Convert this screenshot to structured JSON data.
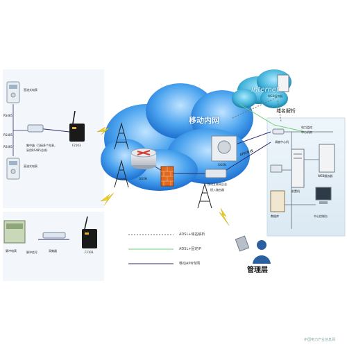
{
  "cloud_label": "移动内网",
  "internet_label": "Internet",
  "internet_sub": "WEB服务器",
  "domain_parse": "域名解析",
  "vpn_label": "APN专线",
  "mobile_access": [
    "移动互联网企业",
    "接入路由器"
  ],
  "ggsn_labels": [
    "GGSN",
    "GGSN"
  ],
  "left": {
    "meter_top": "直流式电表",
    "meter_bottom": "直流式电表",
    "rs485_labels": [
      "RS485",
      "RS485",
      "RS485"
    ],
    "concentrator": [
      "集中器（可接多个电表，",
      "采用RS485总线）"
    ],
    "dtu_top": "F2103",
    "dtu_bottom": "F2103",
    "pulse_meter": "脉冲电表",
    "pulse_out": "脉冲信号",
    "collector": "采集器"
  },
  "right": {
    "monitor_center": [
      "电力监控",
      "中心机房"
    ],
    "rack_label": "前置机",
    "web_server": "WEB服务器",
    "database": "数据库",
    "control": "中心控制台",
    "dispatch": "调度中心机"
  },
  "manager": "管理层",
  "legend": [
    {
      "text": "ADSL+域名解析",
      "color": "#6f6f6f",
      "style": "dashed"
    },
    {
      "text": "ADSL+固定IP",
      "color": "#6fcf7a",
      "style": "solid"
    },
    {
      "text": "移动APN专网",
      "color": "#2b2b6f",
      "style": "solid"
    }
  ],
  "watermark": "中国电力产业信息网"
}
